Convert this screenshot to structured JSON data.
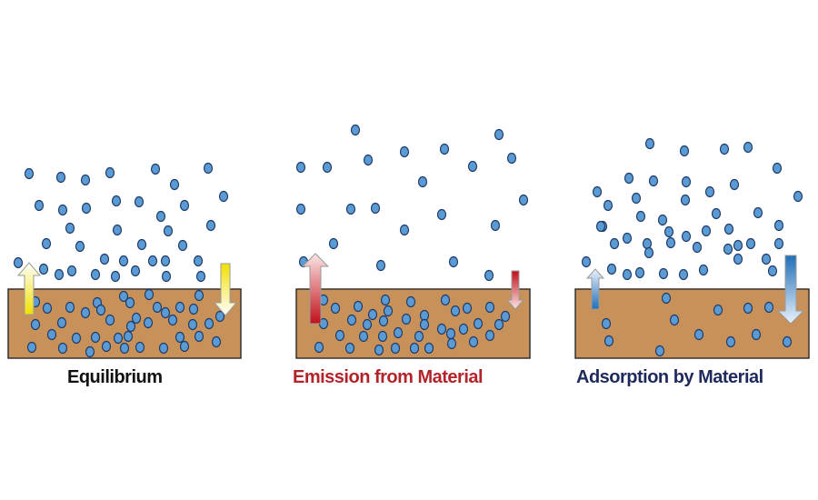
{
  "panels": [
    {
      "id": "equilibrium",
      "caption": "Equilibrium",
      "caption_color": "#111111",
      "up_arrow_color": "#f0e000",
      "down_arrow_color": "#f0e000",
      "process": "balanced emission and adsorption"
    },
    {
      "id": "emission",
      "caption": "Emission from Material",
      "caption_color": "#b3232a",
      "up_arrow_color": "#c0101a",
      "down_arrow_color": "#c0101a",
      "process": "emission dominates"
    },
    {
      "id": "adsorption",
      "caption": "Adsorption by Material",
      "caption_color": "#1f2a5c",
      "up_arrow_color": "#1f6fb8",
      "down_arrow_color": "#1f6fb8",
      "process": "adsorption dominates"
    }
  ],
  "colors": {
    "material": "#c8915a",
    "material_border": "#333333",
    "molecule_fill": "#5b9bd5",
    "molecule_stroke": "#1f3b66"
  }
}
